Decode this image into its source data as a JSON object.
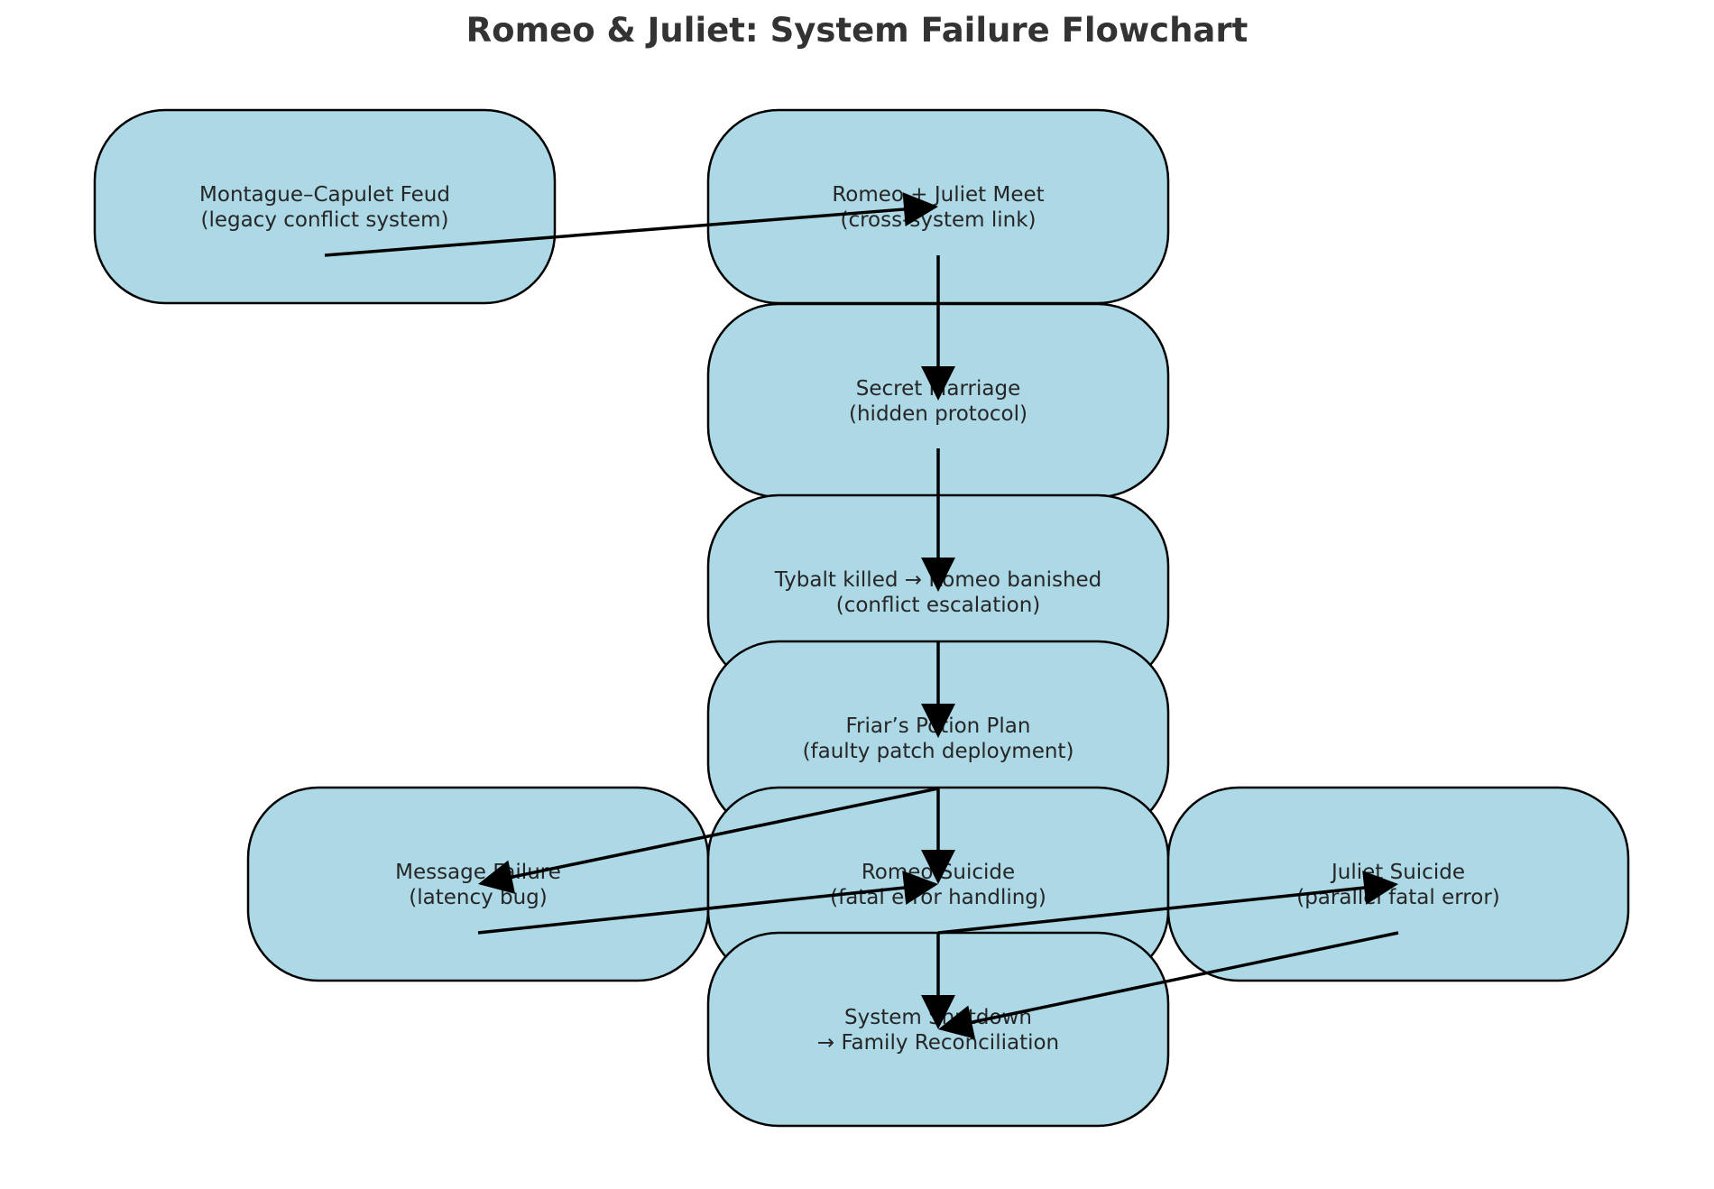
{
  "title": "Romeo & Juliet: System Failure Flowchart",
  "colors": {
    "node_fill": "#add8e6",
    "node_stroke": "#000000",
    "arrow": "#000000",
    "text": "#262626"
  },
  "nodes": [
    {
      "id": "feud",
      "line1": "Montague–Capulet Feud",
      "line2": "(legacy conflict system)"
    },
    {
      "id": "meet",
      "line1": "Romeo + Juliet Meet",
      "line2": "(cross-system link)"
    },
    {
      "id": "marriage",
      "line1": "Secret Marriage",
      "line2": "(hidden protocol)"
    },
    {
      "id": "tybalt",
      "line1": "Tybalt killed → Romeo banished",
      "line2": "(conflict escalation)"
    },
    {
      "id": "potion",
      "line1": "Friar’s Potion Plan",
      "line2": "(faulty patch deployment)"
    },
    {
      "id": "message",
      "line1": "Message Failure",
      "line2": "(latency bug)"
    },
    {
      "id": "romeo_suicide",
      "line1": "Romeo Suicide",
      "line2": "(fatal error handling)"
    },
    {
      "id": "juliet_suicide",
      "line1": "Juliet Suicide",
      "line2": "(parallel fatal error)"
    },
    {
      "id": "shutdown",
      "line1": "System Shutdown",
      "line2": "→ Family Reconciliation"
    }
  ],
  "edges": [
    {
      "from": "feud",
      "to": "meet"
    },
    {
      "from": "meet",
      "to": "marriage"
    },
    {
      "from": "marriage",
      "to": "tybalt"
    },
    {
      "from": "tybalt",
      "to": "potion"
    },
    {
      "from": "potion",
      "to": "message"
    },
    {
      "from": "potion",
      "to": "romeo_suicide"
    },
    {
      "from": "message",
      "to": "romeo_suicide"
    },
    {
      "from": "romeo_suicide",
      "to": "juliet_suicide"
    },
    {
      "from": "romeo_suicide",
      "to": "shutdown"
    },
    {
      "from": "juliet_suicide",
      "to": "shutdown"
    }
  ]
}
